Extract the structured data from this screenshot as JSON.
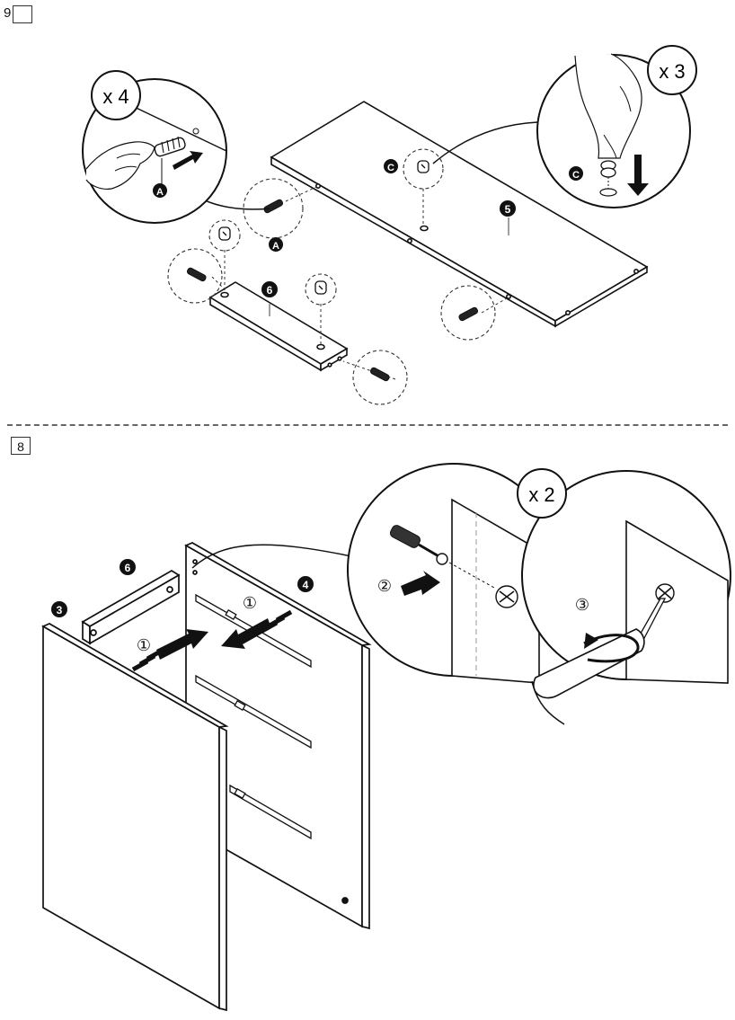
{
  "page": {
    "number": "9"
  },
  "steps": [
    {
      "box": "",
      "parts": {
        "board_long": "5",
        "board_short": "6"
      },
      "fittings": {
        "dowel": "A",
        "cam_lock": "C"
      },
      "callouts": {
        "dowel_qty": "x 4",
        "cam_qty": "x 3"
      }
    },
    {
      "box": "8",
      "parts": {
        "side_left": "3",
        "side_right": "4",
        "top_rail": "6"
      },
      "actions": {
        "push_1": "①",
        "push_1b": "①",
        "insert": "②",
        "tighten": "③"
      },
      "callouts": {
        "cam_qty": "x 2"
      }
    }
  ]
}
